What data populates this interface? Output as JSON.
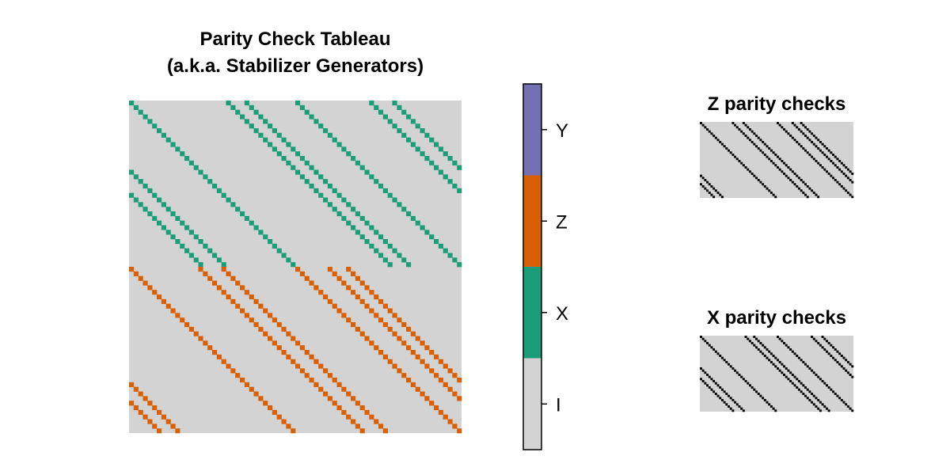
{
  "chart_data": [
    {
      "type": "heatmap",
      "title_lines": [
        "Parity Check Tableau",
        "(a.k.a. Stabilizer Generators)"
      ],
      "rows": 72,
      "cols": 72,
      "value_codes": {
        "I": 0,
        "X": 1,
        "Z": 2,
        "Y": 3
      },
      "colors": {
        "I": "#d3d3d3",
        "X": "#1b9e77",
        "Z": "#d95f02",
        "Y": "#7570b3"
      },
      "x_check_rows": [
        0,
        36
      ],
      "z_check_rows": [
        36,
        72
      ],
      "x_diagonal_offsets": [
        0,
        21,
        25,
        36,
        52,
        57
      ],
      "z_diagonal_offsets": [
        0,
        15,
        20,
        36,
        43,
        47
      ],
      "colorbar": {
        "labels": [
          "Y",
          "Z",
          "X",
          "I"
        ]
      }
    },
    {
      "type": "heatmap",
      "title": "Z parity checks",
      "rows": 36,
      "cols": 72,
      "offsets": [
        0,
        15,
        20,
        36,
        43,
        47
      ],
      "colors": {
        "0": "#d3d3d3",
        "1": "#000000"
      }
    },
    {
      "type": "heatmap",
      "title": "X parity checks",
      "rows": 36,
      "cols": 72,
      "offsets": [
        0,
        21,
        25,
        36,
        52,
        57
      ],
      "colors": {
        "0": "#d3d3d3",
        "1": "#000000"
      }
    }
  ]
}
